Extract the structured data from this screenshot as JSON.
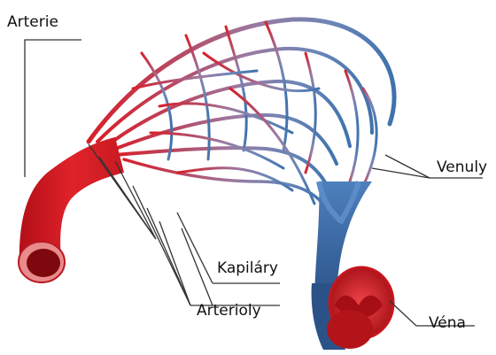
{
  "labels": {
    "artery": "Arterie",
    "venules": "Venuly",
    "capillaries": "Kapiláry",
    "arterioles": "Arterioly",
    "vein": "Véna"
  },
  "colors": {
    "artery_red": "#d0141c",
    "artery_dark": "#8e0a10",
    "capillary_purple": "#9a6f9f",
    "vein_blue": "#3e6fa8",
    "vein_dark": "#1f3f6c",
    "leader_line": "#333333"
  }
}
